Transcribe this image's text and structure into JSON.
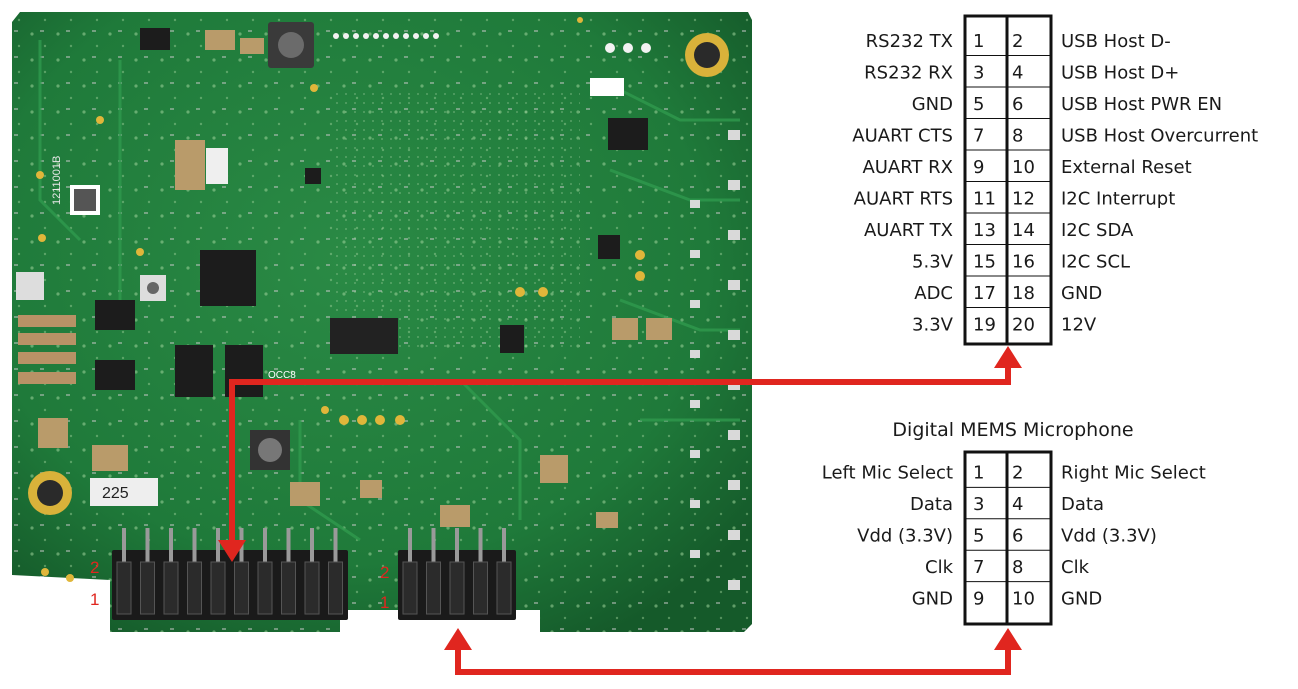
{
  "connector_main": {
    "pins": [
      {
        "left_label": "RS232 TX",
        "left_num": "1",
        "right_num": "2",
        "right_label": "USB Host D-"
      },
      {
        "left_label": "RS232 RX",
        "left_num": "3",
        "right_num": "4",
        "right_label": "USB Host D+"
      },
      {
        "left_label": "GND",
        "left_num": "5",
        "right_num": "6",
        "right_label": "USB Host PWR EN"
      },
      {
        "left_label": "AUART CTS",
        "left_num": "7",
        "right_num": "8",
        "right_label": "USB Host Overcurrent"
      },
      {
        "left_label": "AUART RX",
        "left_num": "9",
        "right_num": "10",
        "right_label": "External Reset"
      },
      {
        "left_label": "AUART RTS",
        "left_num": "11",
        "right_num": "12",
        "right_label": "I2C Interrupt"
      },
      {
        "left_label": "AUART TX",
        "left_num": "13",
        "right_num": "14",
        "right_label": "I2C SDA"
      },
      {
        "left_label": "5.3V",
        "left_num": "15",
        "right_num": "16",
        "right_label": "I2C SCL"
      },
      {
        "left_label": "ADC",
        "left_num": "17",
        "right_num": "18",
        "right_label": "GND"
      },
      {
        "left_label": "3.3V",
        "left_num": "19",
        "right_num": "20",
        "right_label": "12V"
      }
    ]
  },
  "connector_mic": {
    "title": "Digital MEMS Microphone",
    "pins": [
      {
        "left_label": "Left Mic Select",
        "left_num": "1",
        "right_num": "2",
        "right_label": "Right Mic Select"
      },
      {
        "left_label": "Data",
        "left_num": "3",
        "right_num": "4",
        "right_label": "Data"
      },
      {
        "left_label": "Vdd (3.3V)",
        "left_num": "5",
        "right_num": "6",
        "right_label": "Vdd (3.3V)"
      },
      {
        "left_label": "Clk",
        "left_num": "7",
        "right_num": "8",
        "right_label": "Clk"
      },
      {
        "left_label": "GND",
        "left_num": "9",
        "right_num": "10",
        "right_label": "GND"
      }
    ]
  },
  "board": {
    "header_a_row_top": "2",
    "header_a_row_bottom": "1",
    "header_b_row_top": "2",
    "header_b_row_bottom": "1",
    "part_marking_1": "225",
    "part_marking_2": "OCC8",
    "serial_marking": "1211001B"
  },
  "colors": {
    "pcb": "#1f7a3a",
    "pcb_dark": "#17602d",
    "arrow": "#e0261f",
    "table_border": "#111111"
  }
}
